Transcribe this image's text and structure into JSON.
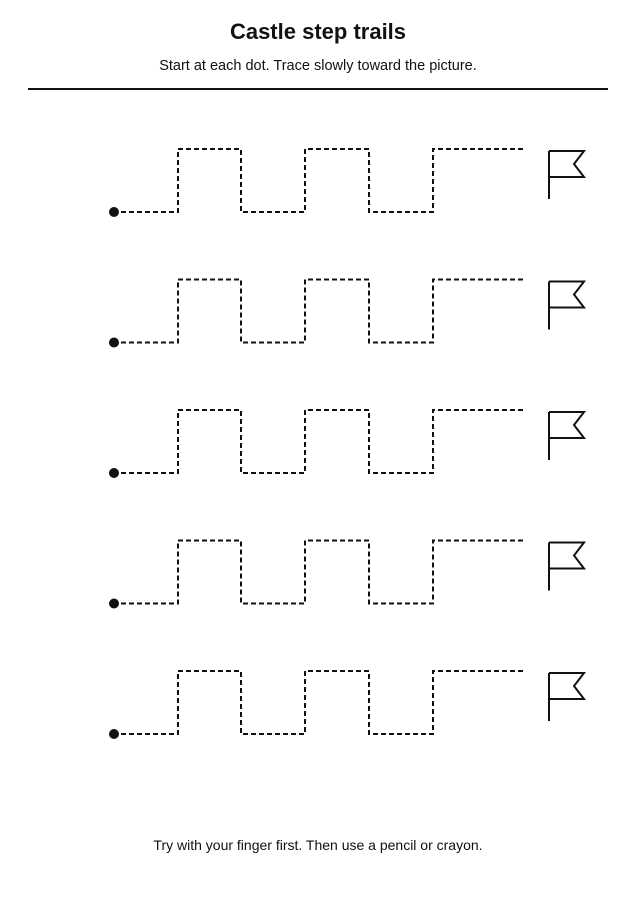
{
  "worksheet": {
    "title": "Castle step trails",
    "instructions": "Start at each dot. Trace slowly toward the picture.",
    "footer": "Try with your finger first. Then use a pencil or crayon."
  },
  "trails": {
    "count": 5,
    "goal_icon": "flag-icon",
    "start_marker": "dot"
  },
  "colors": {
    "ink": "#111111",
    "background": "#ffffff"
  }
}
